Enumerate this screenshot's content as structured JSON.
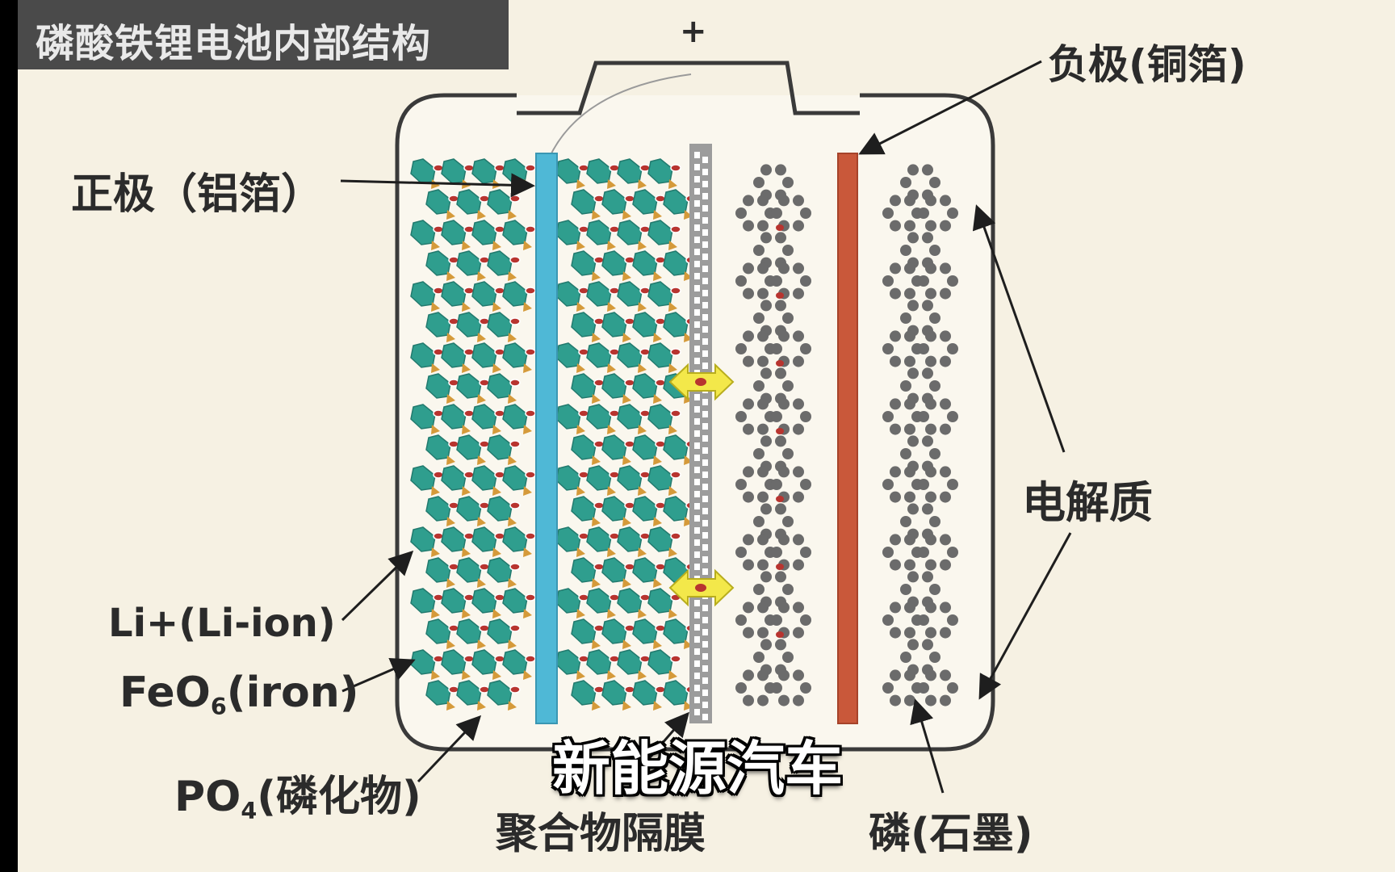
{
  "title": "磷酸铁锂电池内部结构",
  "terminal_sign": "+",
  "labels": {
    "positive": "正极（铝箔）",
    "negative": "负极(铜箔)",
    "electrolyte": "电解质",
    "li_ion": "Li+(Li-ion)",
    "feo6_main": "FeO",
    "feo6_sub": "6",
    "feo6_tail": "(iron)",
    "po4_main": "PO",
    "po4_sub": "4",
    "po4_tail": "(磷化物)",
    "separator": "聚合物隔膜",
    "graphite": "磷(石墨)"
  },
  "subtitle": "新能源汽车",
  "colors": {
    "background": "#f6f1e3",
    "banner": "#4a4a4a",
    "aluminum_foil": "#4fb8d6",
    "copper_foil": "#c9583a",
    "feo6": "#2f9e8e",
    "po4": "#d59a3a",
    "li_ion": "#b8342f",
    "carbon": "#6b6b6b",
    "arrow_fill": "#f3e84a"
  }
}
